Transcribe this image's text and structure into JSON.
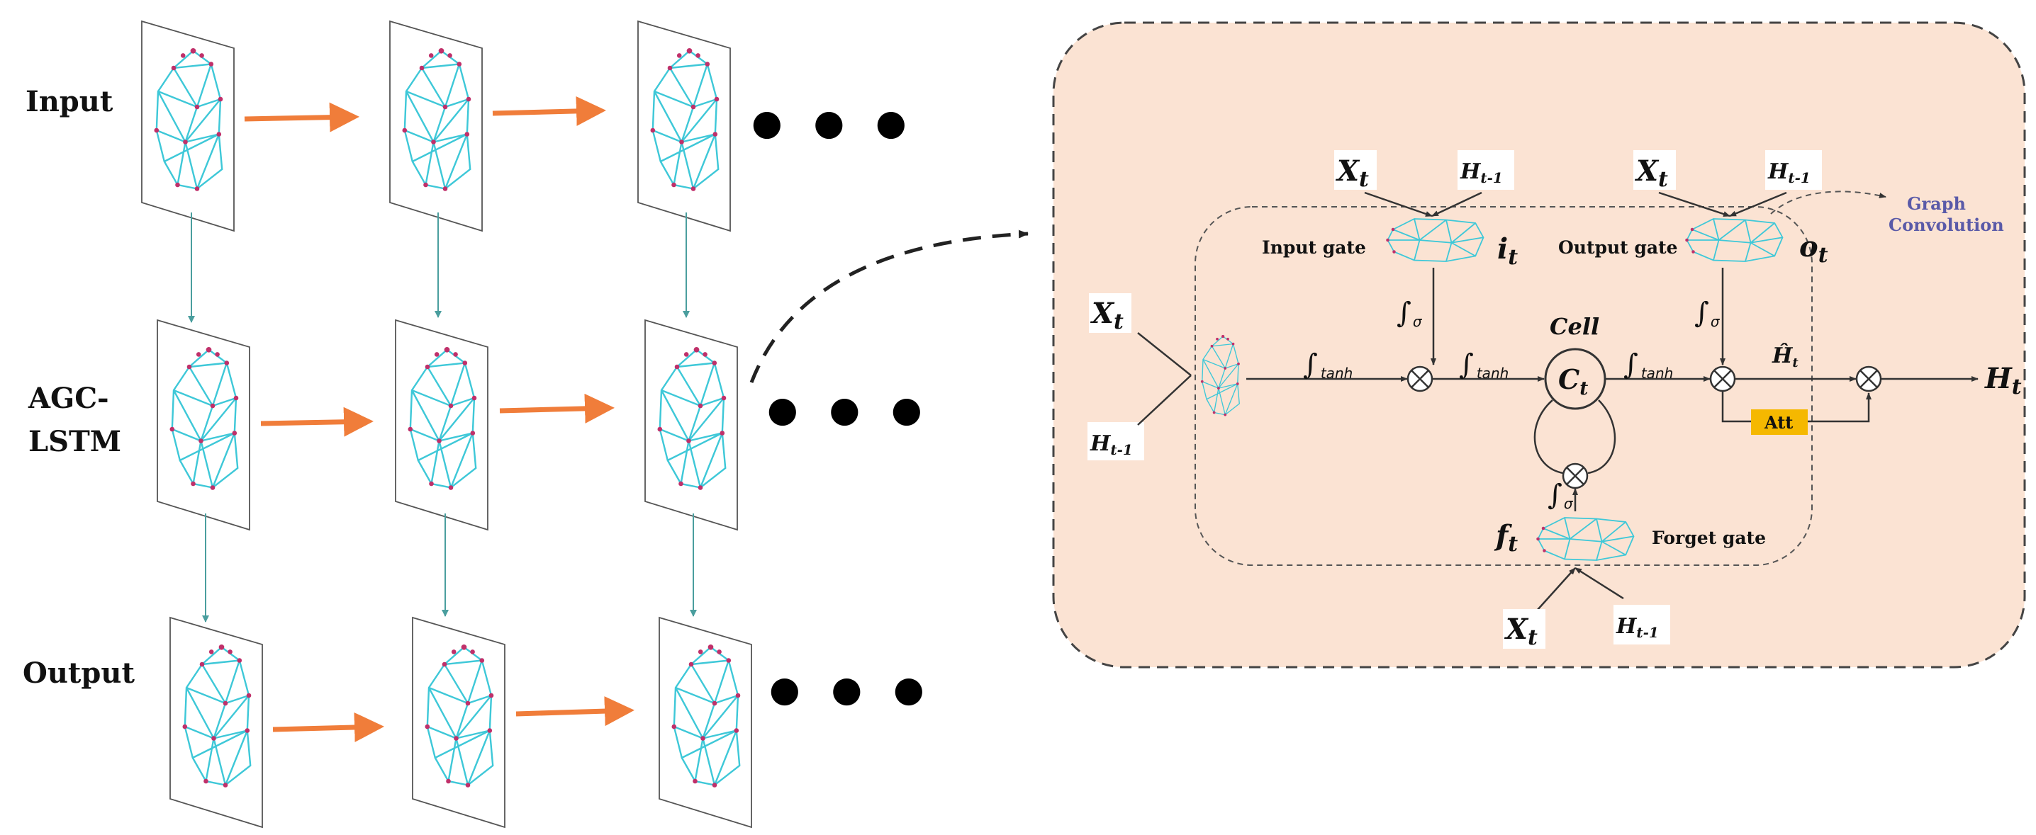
{
  "rows": [
    {
      "label": "Input"
    },
    {
      "label_line1": "AGC-",
      "label_line2": "LSTM"
    },
    {
      "label": "Output"
    }
  ],
  "ellipsis": "● ● ●",
  "cell": {
    "input_gate": "Input gate",
    "output_gate": "Output gate",
    "forget_gate": "Forget gate",
    "graph_conv_line1": "Graph",
    "graph_conv_line2": "Convolution",
    "cell_label": "Cell",
    "ct": "C",
    "ct_sub": "t",
    "att": "Att",
    "xt": "X",
    "xt_sub": "t",
    "ht1": "H",
    "ht1_sub": "t-1",
    "it": "i",
    "ot": "o",
    "ft": "f",
    "t_sub": "t",
    "sigma_fn": "∫",
    "sigma_sub": "σ",
    "tanh_fn": "∫",
    "tanh_sub": "tanh",
    "hhat": "Ĥ",
    "hhat_sub": "t",
    "ht": "H",
    "ht_sub": "t",
    "multiply": "⊗"
  },
  "colors": {
    "arrow_orange": "#f07d3a",
    "connector_teal": "#4a9e9e",
    "graph_cyan": "#3ec8d8",
    "joint_red": "#c0306a",
    "panel_fill": "#fbe3d3",
    "att_fill": "#f5b800",
    "gc_text": "#5a5aa8"
  }
}
